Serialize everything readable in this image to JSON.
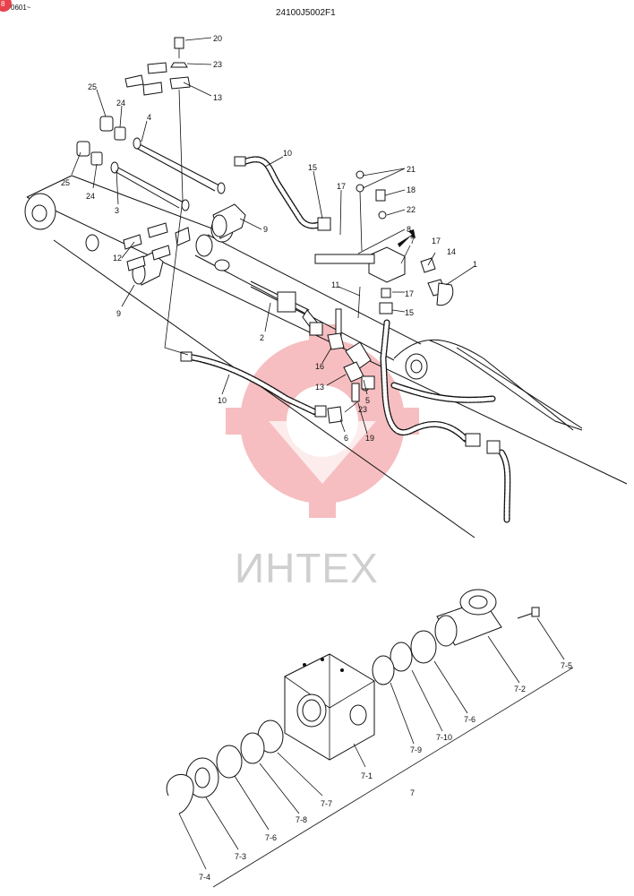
{
  "header": {
    "drawing_code": "24100J5002F1",
    "corner_badge": "8",
    "corner_text": "0601~"
  },
  "watermark": {
    "text": "ИНТЕХ",
    "color": "#e8424a"
  },
  "callouts": {
    "c20": "20",
    "c23a": "23",
    "c13a": "13",
    "c25a": "25",
    "c24a": "24",
    "c4": "4",
    "c10a": "10",
    "c15a": "15",
    "c17a": "17",
    "c21": "21",
    "c18": "18",
    "c22": "22",
    "c8": "8",
    "c25b": "25",
    "c24b": "24",
    "c3": "3",
    "c9a": "9",
    "c12": "12",
    "c9b": "9",
    "c11": "11",
    "c7a": "7",
    "c17b": "17",
    "c14": "14",
    "c1": "1",
    "c17c": "17",
    "c15b": "15",
    "c2": "2",
    "c16": "16",
    "c13b": "13",
    "c5": "5",
    "c10b": "10",
    "c23b": "23",
    "c6": "6",
    "c19": "19",
    "c7_5": "7-5",
    "c7_2": "7-2",
    "c7_6a": "7-6",
    "c7_10": "7-10",
    "c7_9": "7-9",
    "c7_1": "7-1",
    "c7b": "7",
    "c7_7": "7-7",
    "c7_8": "7-8",
    "c7_6b": "7-6",
    "c7_3": "7-3",
    "c7_4": "7-4"
  }
}
